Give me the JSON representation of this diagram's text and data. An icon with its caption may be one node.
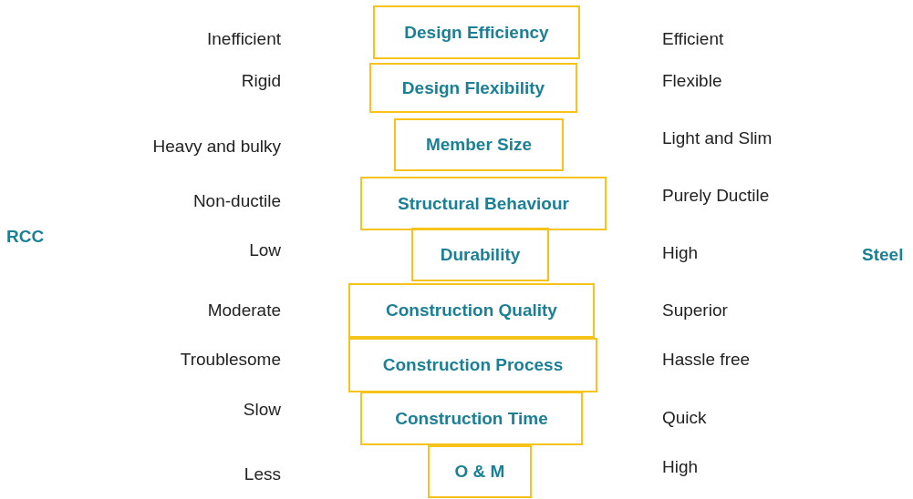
{
  "diagram": {
    "nodes": [
      {
        "text": [
          "Design Efficiency"
        ]
      },
      {
        "text": [
          "Design Flexibility"
        ]
      },
      {
        "text": [
          "Member Size"
        ]
      },
      {
        "text": [
          "Structural Behaviour"
        ]
      },
      {
        "text": [
          "Durability"
        ]
      },
      {
        "text": [
          "Construction Quality"
        ]
      },
      {
        "text": [
          "Construction Process"
        ]
      },
      {
        "text": [
          "Construction Time"
        ]
      },
      {
        "text": [
          "O & M"
        ]
      }
    ],
    "edges": [],
    "labels": [
      "Inefficient",
      "Efficient",
      "Rigid",
      "Flexible",
      "Heavy and bulky",
      "Light and Slim",
      "Non-ductile",
      "Purely Ductile",
      "RCC",
      "Low",
      "High",
      "Steel",
      "Moderate",
      "Superior",
      "Troublesome",
      "Hassle free",
      "Slow",
      "Quick",
      "Less",
      "High"
    ]
  }
}
